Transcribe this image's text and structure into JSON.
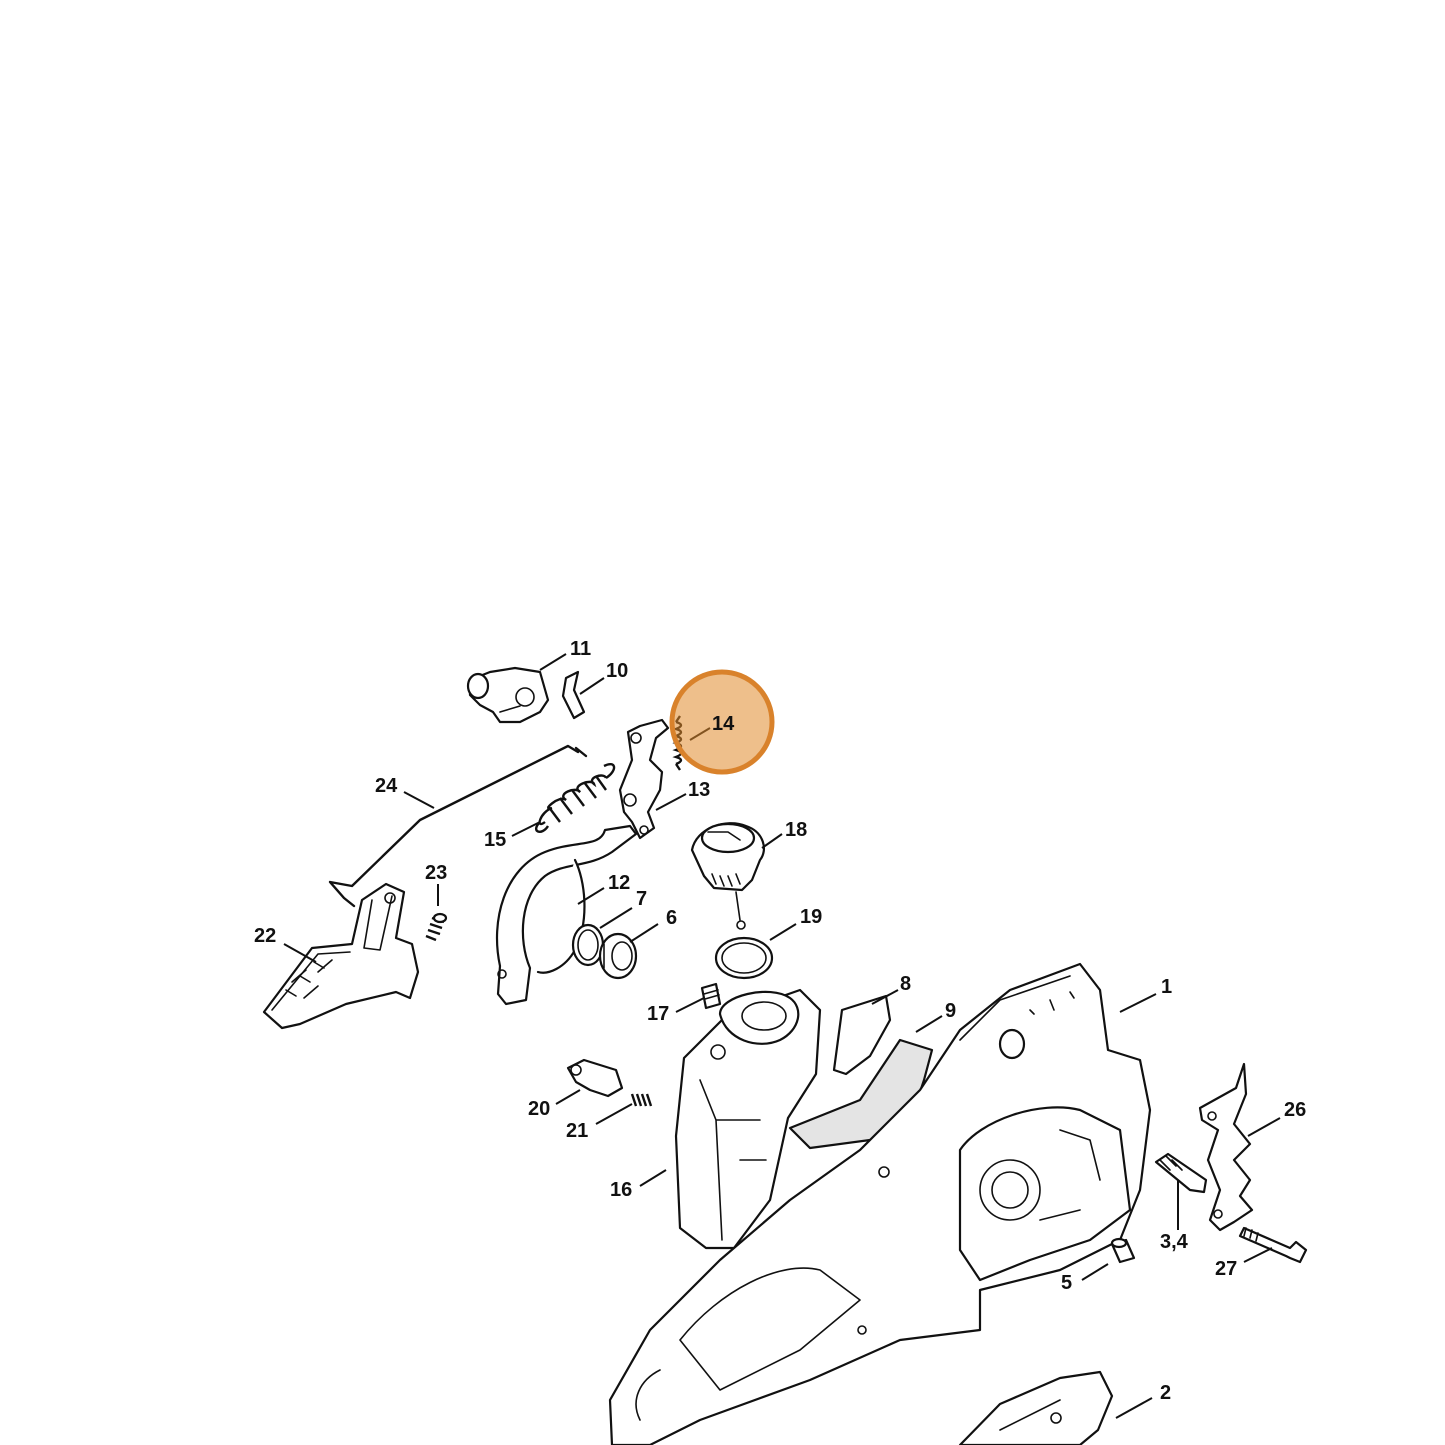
{
  "callouts": {
    "c1": "1",
    "c2": "2",
    "c34": "3,4",
    "c5": "5",
    "c6": "6",
    "c7": "7",
    "c8": "8",
    "c9": "9",
    "c10": "10",
    "c11": "11",
    "c12": "12",
    "c13": "13",
    "c14": "14",
    "c15": "15",
    "c16": "16",
    "c17": "17",
    "c18": "18",
    "c19": "19",
    "c20": "20",
    "c21": "21",
    "c22": "22",
    "c23": "23",
    "c24": "24",
    "c26": "26",
    "c27": "27"
  },
  "highlight": {
    "selected_part": "14",
    "color": "#e08a2c"
  }
}
